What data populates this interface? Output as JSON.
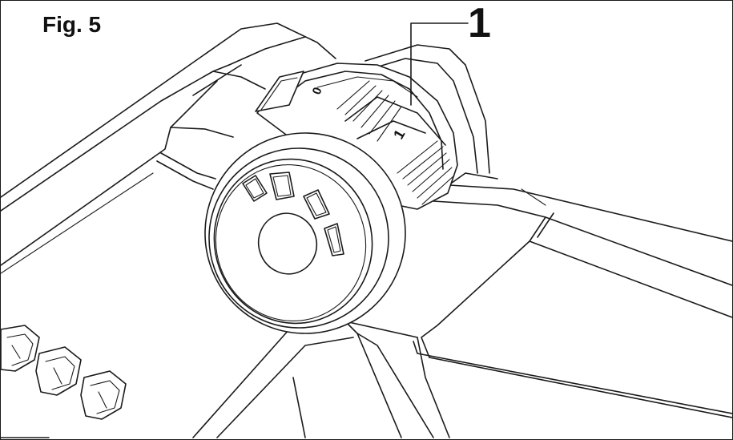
{
  "figure": {
    "label": "Fig. 5",
    "callout_number": "1",
    "dial_marks": [
      "0",
      "1"
    ]
  },
  "colors": {
    "line": "#1a1a1a",
    "background": "#ffffff"
  }
}
